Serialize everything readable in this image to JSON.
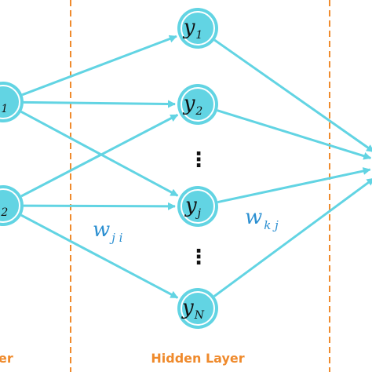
{
  "colors": {
    "edge": "#62d4e3",
    "node_fill": "#62d4e3",
    "node_inner_ring": "#ffffff",
    "divider": "#ef8a2c",
    "layer_label": "#ef8a2c",
    "weight_label": "#2b8fd1",
    "node_text": "#111111"
  },
  "input_nodes": [
    {
      "id": "x1",
      "symbol": "x",
      "sub": "1"
    },
    {
      "id": "x2",
      "symbol": "x",
      "sub": "2"
    }
  ],
  "hidden_nodes": [
    {
      "id": "y1",
      "symbol": "y",
      "sub": "1"
    },
    {
      "id": "y2",
      "symbol": "y",
      "sub": "2"
    },
    {
      "id": "yj",
      "symbol": "y",
      "sub": "j"
    },
    {
      "id": "yN",
      "symbol": "y",
      "sub": "N"
    }
  ],
  "output_nodes": [
    {
      "id": "z",
      "symbol": "",
      "sub": ""
    }
  ],
  "ellipsis": [
    "⋮",
    "⋮"
  ],
  "edges": [
    [
      "x1",
      "y1"
    ],
    [
      "x1",
      "y2"
    ],
    [
      "x1",
      "yj"
    ],
    [
      "x2",
      "y2"
    ],
    [
      "x2",
      "yj"
    ],
    [
      "x2",
      "yN"
    ],
    [
      "y1",
      "z"
    ],
    [
      "y2",
      "z"
    ],
    [
      "yj",
      "z"
    ],
    [
      "yN",
      "z"
    ]
  ],
  "weights": {
    "input_hidden": {
      "symbol": "w",
      "sub": "j i"
    },
    "hidden_output": {
      "symbol": "w",
      "sub": "k j"
    }
  },
  "layer_labels": {
    "input_partial": "er",
    "hidden": "Hidden Layer"
  }
}
